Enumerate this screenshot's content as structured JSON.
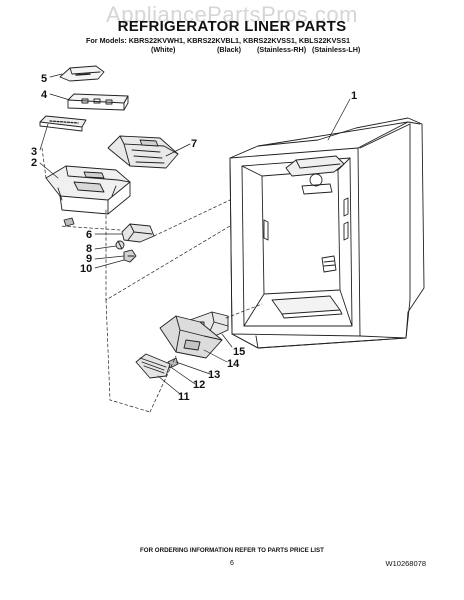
{
  "watermark": "AppliancePartsPros.com",
  "title": "REFRIGERATOR LINER PARTS",
  "models_line": "For Models: KBRS22KVWH1, KBRS22KVBL1, KBRS22KVSS1, KBLS22KVSS1",
  "variants": [
    "(White)",
    "(Black)",
    "(Stainless-RH)",
    "(Stainless-LH)"
  ],
  "callouts": [
    "1",
    "2",
    "3",
    "4",
    "5",
    "6",
    "7",
    "8",
    "9",
    "10",
    "11",
    "12",
    "13",
    "14",
    "15"
  ],
  "footer": "FOR ORDERING INFORMATION REFER TO PARTS PRICE LIST",
  "page_number": "6",
  "document_number": "W10268078"
}
